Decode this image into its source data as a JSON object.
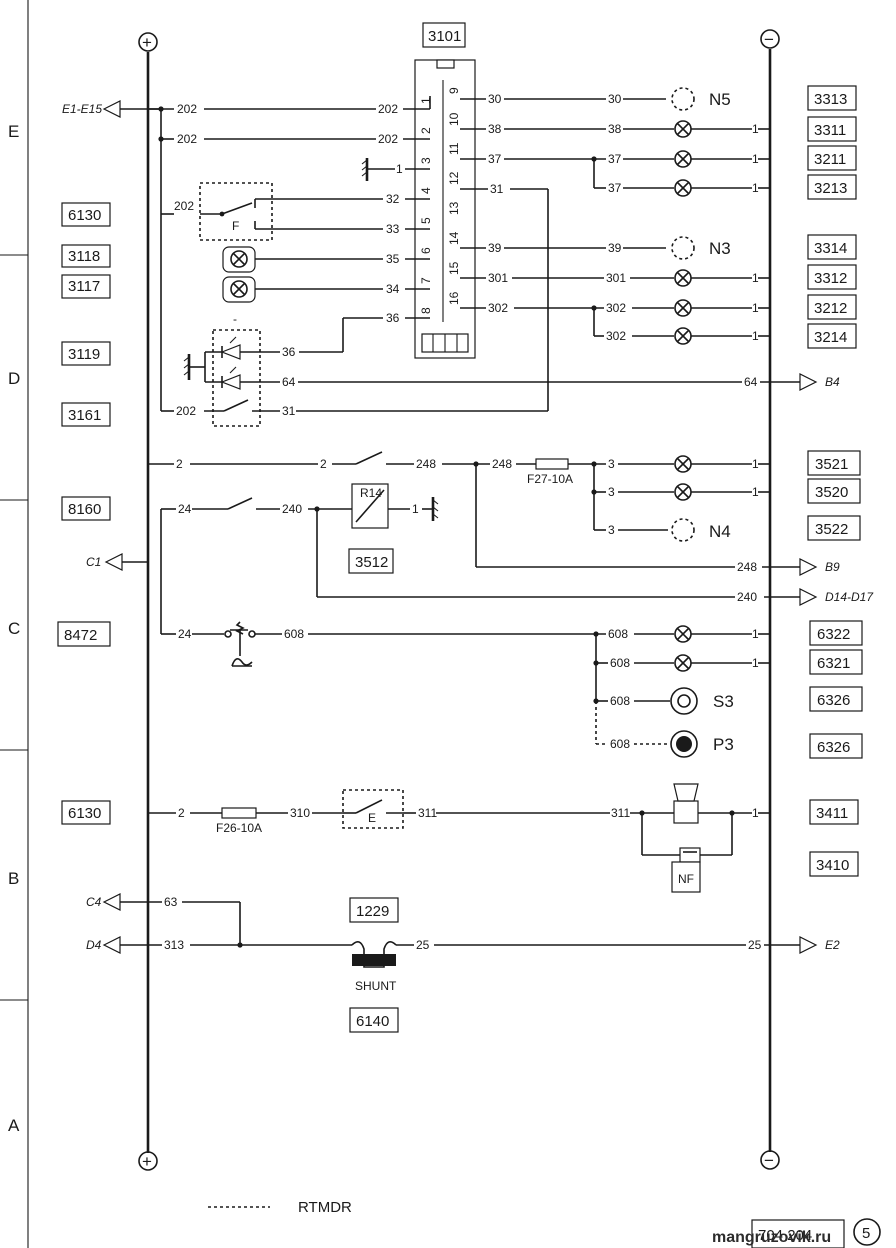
{
  "sheet": {
    "zones": [
      "E",
      "D",
      "C",
      "B",
      "A"
    ],
    "bus_plus": "+",
    "bus_minus": "−",
    "legend_text": "RTMDR",
    "sheet_code": "704 204",
    "page_number": "5",
    "watermark": "mangruzovik.ru"
  },
  "left_refs": {
    "r6130a": "6130",
    "r3118": "3118",
    "r3117": "3117",
    "r3119": "3119",
    "r3161": "3161",
    "r8160": "8160",
    "r8472": "8472",
    "r6130b": "6130"
  },
  "right_refs": {
    "r3313": "3313",
    "r3311": "3311",
    "r3211": "3211",
    "r3213": "3213",
    "r3314": "3314",
    "r3312": "3312",
    "r3212": "3212",
    "r3214": "3214",
    "r3521": "3521",
    "r3520": "3520",
    "r3522": "3522",
    "r6322": "6322",
    "r6321": "6321",
    "r6326a": "6326",
    "r6326b": "6326",
    "r3411": "3411",
    "r3410": "3410"
  },
  "center_refs": {
    "r3101": "3101",
    "r3512": "3512",
    "r1229": "1229",
    "r6140": "6140"
  },
  "connector": {
    "left_pins": [
      "1",
      "2",
      "3",
      "4",
      "5",
      "6",
      "7",
      "8"
    ],
    "right_pins": [
      "9",
      "10",
      "11",
      "12",
      "13",
      "14",
      "15",
      "16"
    ]
  },
  "wires": {
    "w202": "202",
    "w1": "1",
    "w32": "32",
    "w33": "33",
    "w35": "35",
    "w34": "34",
    "w36": "36",
    "w30": "30",
    "w38": "38",
    "w37": "37",
    "w31": "31",
    "w39": "39",
    "w301": "301",
    "w302": "302",
    "w64": "64",
    "w2": "2",
    "w248": "248",
    "w3": "3",
    "w24": "24",
    "w240": "240",
    "w608": "608",
    "w310": "310",
    "w311": "311",
    "w63": "63",
    "w313": "313",
    "w25": "25"
  },
  "offsheet": {
    "e1e15": "E1-E15",
    "b4": "B4",
    "c1": "C1",
    "b9": "B9",
    "d14d17": "D14-D17",
    "c4": "C4",
    "d4": "D4",
    "e2": "E2"
  },
  "devices": {
    "n5": "N5",
    "n3": "N3",
    "n4": "N4",
    "s3": "S3",
    "p3": "P3",
    "fuse_f27": "F27-10A",
    "fuse_f26": "F26-10A",
    "relay_r14": "R14",
    "switch_e": "E",
    "switch_f": "F",
    "buzzer_nf": "NF",
    "shunt": "SHUNT",
    "minus_mark": "-"
  }
}
